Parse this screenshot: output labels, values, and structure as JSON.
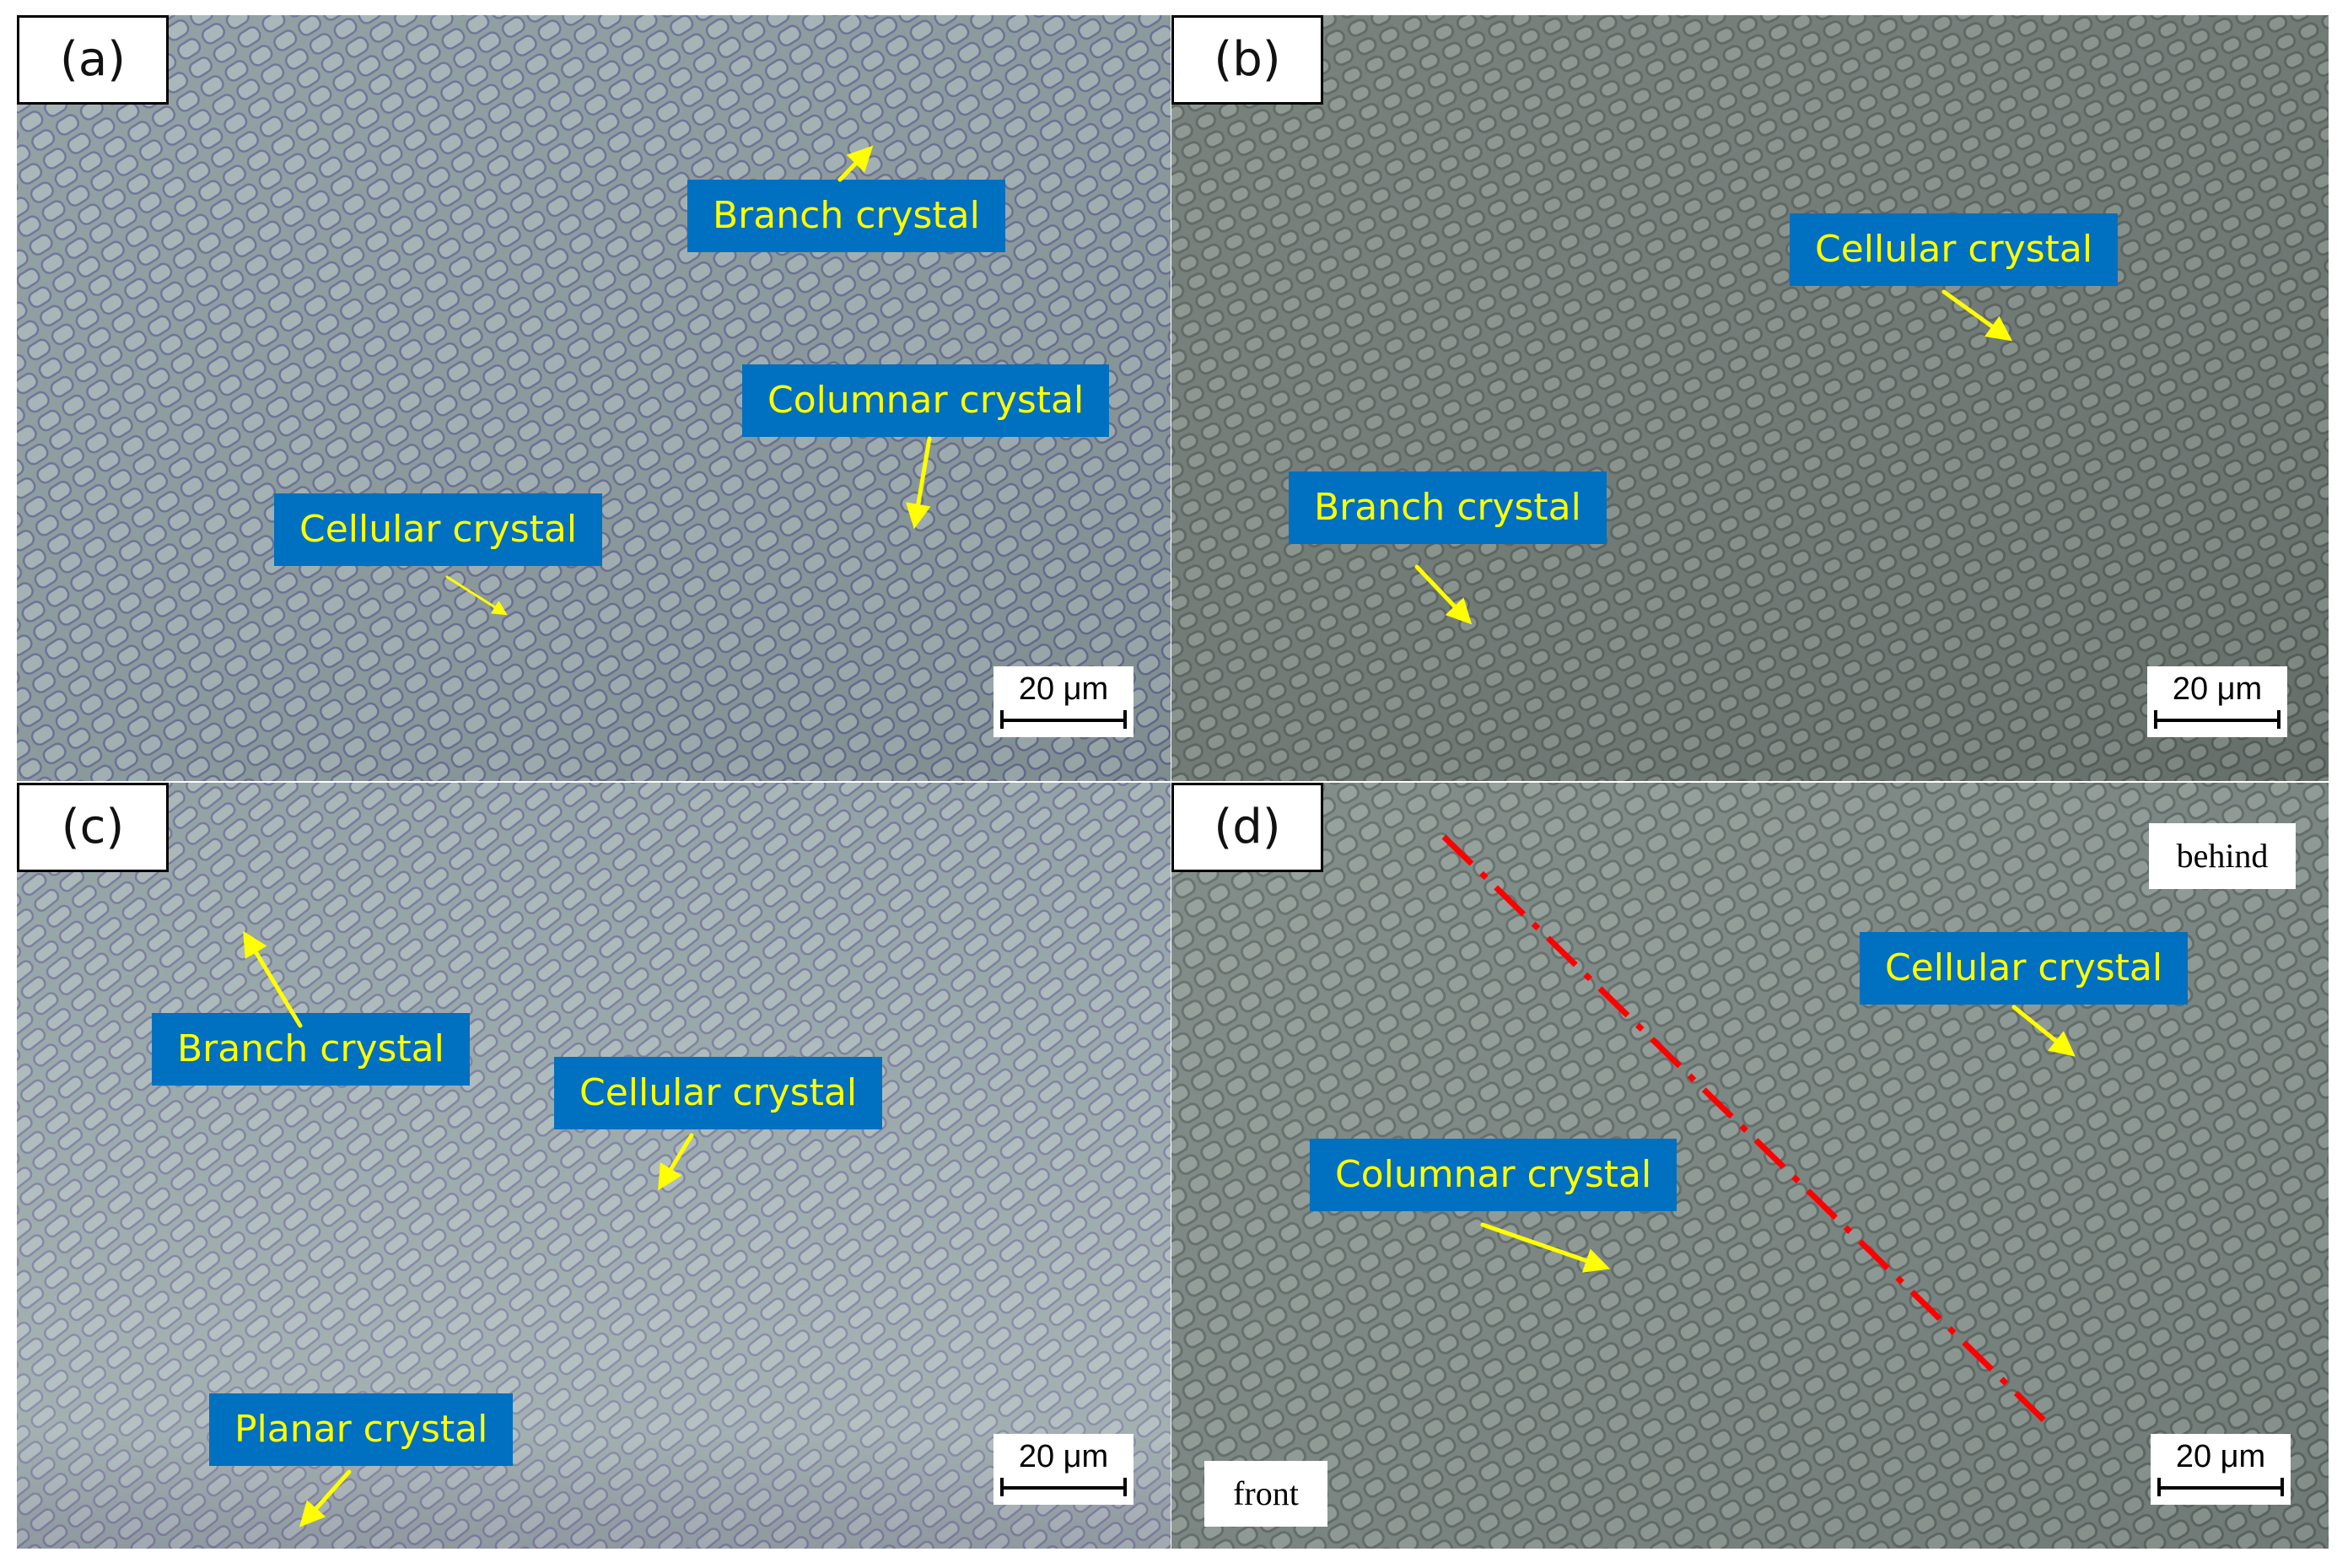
{
  "panels": [
    {
      "tag": "(a)",
      "scale_bar": "20 μm",
      "labels": [
        "Branch crystal",
        "Columnar crystal",
        "Cellular crystal"
      ]
    },
    {
      "tag": "(b)",
      "scale_bar": "20 μm",
      "labels": [
        "Cellular crystal",
        "Branch crystal"
      ]
    },
    {
      "tag": "(c)",
      "scale_bar": "20 μm",
      "labels": [
        "Branch crystal",
        "Cellular crystal",
        "Planar crystal"
      ]
    },
    {
      "tag": "(d)",
      "scale_bar": "20 μm",
      "labels": [
        "Cellular crystal",
        "Columnar crystal"
      ],
      "notes": [
        "behind",
        "front"
      ]
    }
  ],
  "colors": {
    "label_background": "#0070c0",
    "label_text": "#ffff00",
    "arrow": "#ffff00",
    "boundary_line": "#ff0000",
    "panel_a": "#8c9c9f",
    "panel_b": "#707b76",
    "panel_c": "#93a3a5",
    "panel_d": "#7b8783"
  },
  "icons": {
    "arrows": "arrow-icon",
    "boundary": "dash-dot-boundary-line"
  }
}
